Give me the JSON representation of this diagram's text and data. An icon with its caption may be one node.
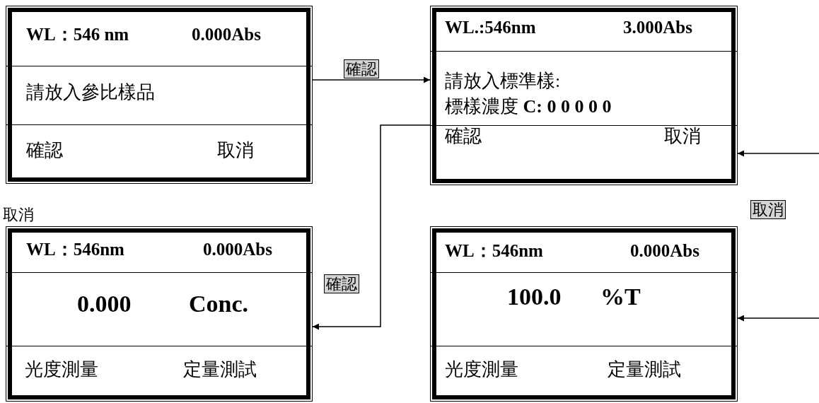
{
  "diagram": {
    "nodes": [
      {
        "text": [
          "WL：546 nm",
          "0.000Abs",
          "請放入參比樣品",
          "確認",
          "取消"
        ]
      },
      {
        "text": [
          "WL.:546nm",
          "3.000Abs",
          "請放入標準樣:",
          "標樣濃度 **C: 0 0 0 0 0**",
          "確認",
          "取消"
        ]
      },
      {
        "text": [
          "WL：546nm",
          "0.000Abs",
          "0.000",
          "Conc.",
          "光度測量",
          "定量測試"
        ]
      },
      {
        "text": [
          "WL：546nm",
          "0.000Abs",
          "100.0",
          "%T",
          "光度測量",
          "定量測試"
        ]
      }
    ],
    "edges": [
      {
        "from": 0,
        "to": 1,
        "arrow": "to",
        "label": "確認"
      },
      {
        "from": 1,
        "to": 2,
        "arrow": "to",
        "label": "確認"
      },
      {
        "from": null,
        "to": 1,
        "arrow": "to",
        "label": "取消"
      },
      {
        "from": null,
        "to": 3,
        "arrow": "to"
      }
    ],
    "labels": [
      "取消"
    ]
  }
}
